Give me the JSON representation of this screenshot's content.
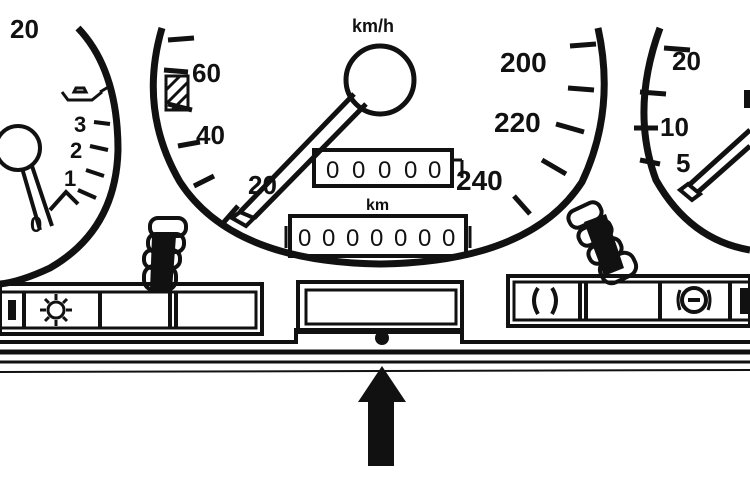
{
  "left_gauge": {
    "partial_top_label": "20",
    "scale_labels": [
      "3",
      "2",
      "1",
      "0"
    ]
  },
  "speedometer": {
    "unit_label": "km/h",
    "scale_labels": [
      "20",
      "40",
      "60",
      "200",
      "220",
      "240"
    ],
    "trip_digits": [
      "0",
      "0",
      "0",
      "0",
      "0"
    ],
    "km_label": "km",
    "odometer_digits": [
      "0",
      "0",
      "0",
      "0",
      "0",
      "0",
      "0"
    ]
  },
  "right_gauge": {
    "scale_labels": [
      "20",
      "10",
      "5"
    ]
  },
  "colors": {
    "ink": "#111111",
    "paper": "#ffffff"
  },
  "icons": [
    "oil-can-icon",
    "light-sun-icon",
    "brake-circle-icon",
    "turn-signal-icon",
    "up-arrow-icon"
  ]
}
